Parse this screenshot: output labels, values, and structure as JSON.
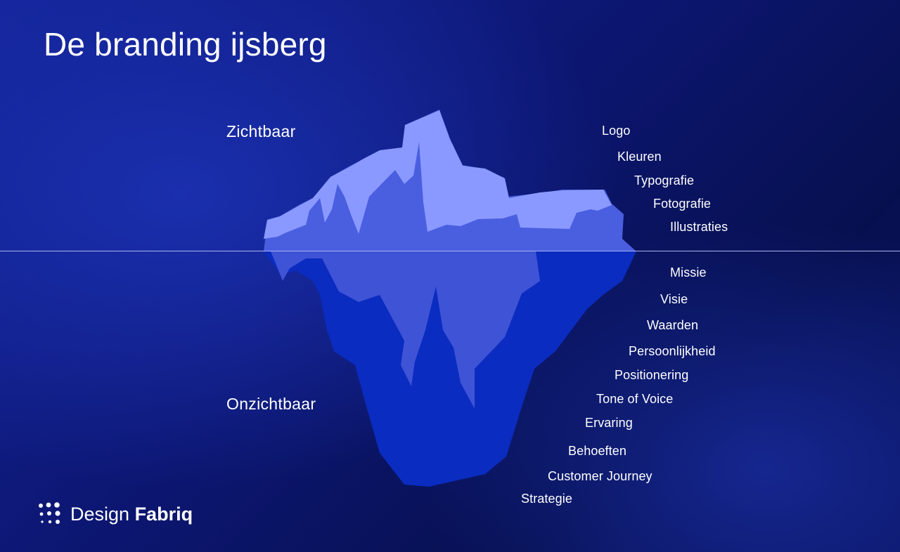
{
  "slide": {
    "title": "De branding ijsberg",
    "visible_label": "Zichtbaar",
    "invisible_label": "Onzichtbaar"
  },
  "visible_items": [
    "Logo",
    "Kleuren",
    "Typografie",
    "Fotografie",
    "Illustraties"
  ],
  "invisible_items": [
    "Missie",
    "Visie",
    "Waarden",
    "Persoonlijkheid",
    "Positionering",
    "Tone of Voice",
    "Ervaring",
    "Behoeften",
    "Customer Journey",
    "Strategie"
  ],
  "brand": {
    "name_regular": "Design",
    "name_bold": "Fabriq",
    "icon": "dot-grid-logo-icon"
  },
  "colors": {
    "background": "#0c1670",
    "ice_top_light": "#8a99ff",
    "ice_top_mid": "#4a5ee0",
    "ice_under_light": "#3f53d6",
    "ice_under_dark": "#0a2cc0",
    "waterline": "#a9b4ee"
  }
}
